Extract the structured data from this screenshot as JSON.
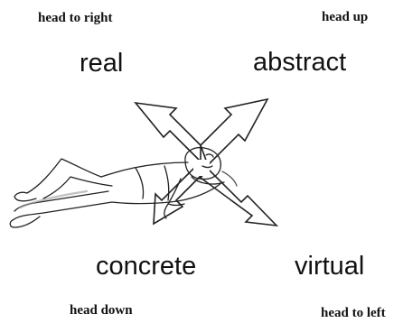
{
  "labels": {
    "head_to_right": "head to right",
    "head_up": "head up",
    "head_down": "head down",
    "head_to_left": "head to left",
    "real": "real",
    "abstract": "abstract",
    "concrete": "concrete",
    "virtual": "virtual"
  },
  "figure": {
    "subject": "person lying down",
    "arrow_directions": [
      "up-left",
      "up-right",
      "down-left",
      "down-right"
    ]
  },
  "colors": {
    "text": "#111111",
    "line": "#222222",
    "background": "#ffffff"
  }
}
